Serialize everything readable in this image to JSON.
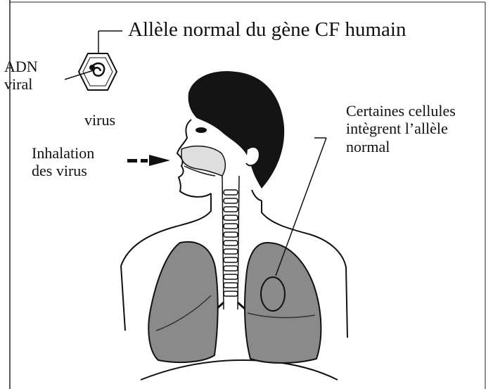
{
  "labels": {
    "title": "Allèle normal du gène CF humain",
    "adn_line1": "ADN",
    "adn_line2": "viral",
    "virus": "virus",
    "inhalation_line1": "Inhalation",
    "inhalation_line2": "des virus",
    "cells_line1": "Certaines cellules",
    "cells_line2": "intègrent l’allèle",
    "cells_line3": "normal"
  },
  "colors": {
    "ink": "#111111",
    "hair": "#141414",
    "lung_fill": "#8a8a8a",
    "background": "#ffffff"
  }
}
